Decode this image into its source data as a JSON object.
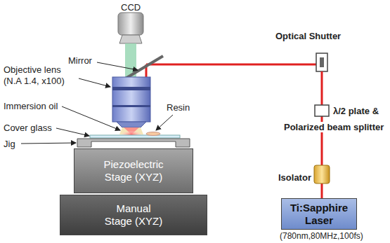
{
  "diagram": {
    "nodes": [
      {
        "text": [
          "Piezoelectric Stage (XYZ)"
        ]
      },
      {
        "text": [
          "Manual Stage (XYZ)"
        ]
      },
      {
        "text": [
          "Ti:Sapphire Laser"
        ]
      }
    ],
    "labels": [
      "CCD",
      "Mirror",
      "Objective lens",
      "(N.A 1.4, x100)",
      "Immersion oil",
      "Resin",
      "Cover glass",
      "Jig",
      "Optical Shutter",
      "λ/2 plate &",
      "Polarized beam splitter",
      "Isolator",
      "(780nm,80MHz,100fs)"
    ]
  }
}
